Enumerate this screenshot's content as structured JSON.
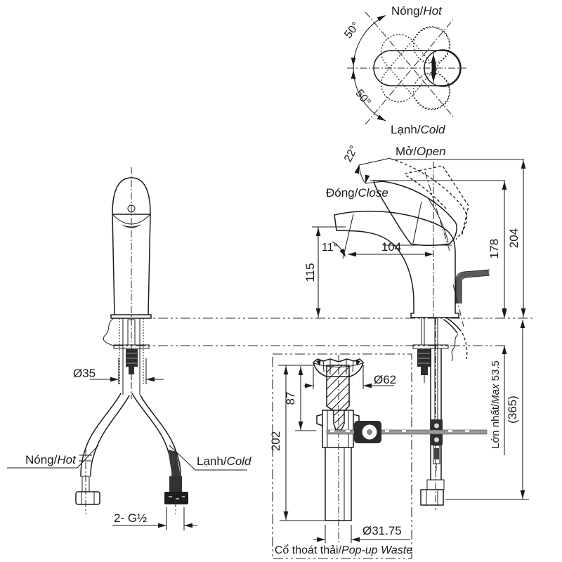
{
  "document": {
    "type": "faucet-installation-technical-drawing",
    "background": "#ffffff"
  },
  "labels": {
    "top_view": {
      "hot_vi": "Nóng/",
      "hot_en": "Hot",
      "cold_vi": "Lạnh/",
      "cold_en": "Cold",
      "angle_upper": "50°",
      "angle_lower": "50°"
    },
    "side_view": {
      "open_vi": "Mở/",
      "open_en": "Open",
      "close_vi": "Đóng/",
      "close_en": "Close",
      "angle_open": "22°",
      "angle_spout": "11°",
      "spout_reach": "104",
      "spout_height": "115",
      "height_close": "178",
      "height_open": "204"
    },
    "front_view": {
      "body_dia": "Ø35",
      "hot_vi": "Nóng/",
      "hot_en": "Hot",
      "cold_vi": "Lạnh/",
      "cold_en": "Cold",
      "thread": "2- G½"
    },
    "install": {
      "max_vi": "Lớn nhất/",
      "max_en": "Max",
      "max_value": " 53.5",
      "total_length": "(365)"
    },
    "popup": {
      "flange_dia": "Ø62",
      "plug_depth": "87",
      "overall": "202",
      "tail_dia": "Ø31.75",
      "label_vi": "Cổ thoát thải/",
      "label_en": "Pop-up Waste"
    }
  },
  "colors": {
    "line": "#1b1b1b",
    "background": "#ffffff",
    "rod_fill": "#9a9a9a",
    "dark_fill": "#2e2e2e"
  }
}
